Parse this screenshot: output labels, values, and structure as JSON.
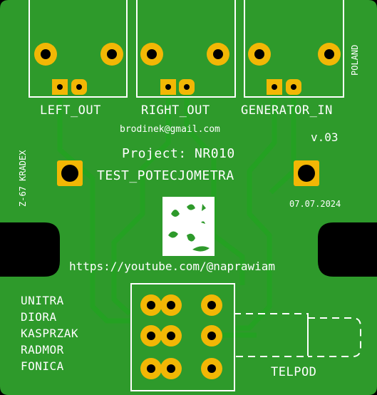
{
  "board": {
    "colors": {
      "pcb": "#2e9a2b",
      "trace": "#24a122",
      "pad": "#f2b705",
      "silk": "#ffffff",
      "background": "#000000"
    }
  },
  "connectors": [
    {
      "label": "LEFT_OUT"
    },
    {
      "label": "RIGHT_OUT"
    },
    {
      "label": "GENERATOR_IN"
    }
  ],
  "country": "POLAND",
  "email": "brodinek@gmail.com",
  "version": "v.03",
  "project_line": "Project: NR010",
  "project_name": "TEST_POTECJOMETRA",
  "date": "07.07.2024",
  "side_label": "Z-67  KRADEX",
  "url": "https://youtube.com/@naprawiam",
  "brands": [
    "UNITRA",
    "DIORA",
    "KASPRZAK",
    "RADMOR",
    "FONICA"
  ],
  "footer_label": "TELPOD",
  "logo_icon": "hand-logo-icon"
}
